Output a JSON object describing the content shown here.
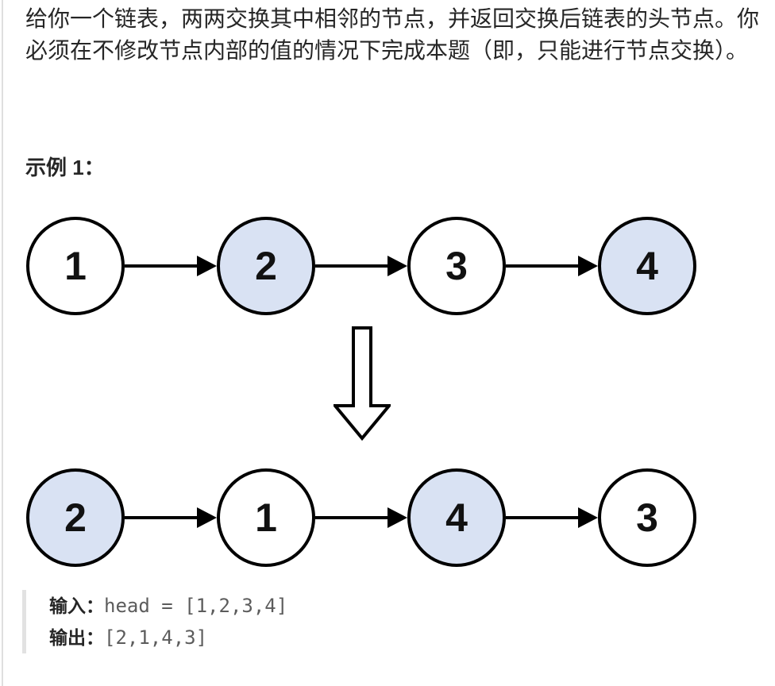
{
  "description": {
    "text": "给你一个链表，两两交换其中相邻的节点，并返回交换后链表的头节点。你必须在不修改节点内部的值的情况下完成本题（即，只能进行节点交换）。"
  },
  "example": {
    "heading": "示例 1：",
    "input_label": "输入：",
    "input_value": "head = [1,2,3,4]",
    "output_label": "输出：",
    "output_value": "[2,1,4,3]"
  },
  "diagram": {
    "before": [
      {
        "value": "1",
        "highlight": false
      },
      {
        "value": "2",
        "highlight": true
      },
      {
        "value": "3",
        "highlight": false
      },
      {
        "value": "4",
        "highlight": true
      }
    ],
    "after": [
      {
        "value": "2",
        "highlight": true
      },
      {
        "value": "1",
        "highlight": false
      },
      {
        "value": "4",
        "highlight": true
      },
      {
        "value": "3",
        "highlight": false
      }
    ],
    "colors": {
      "node_fill_default": "#ffffff",
      "node_fill_highlight": "#d9e2f3",
      "node_stroke": "#000000",
      "arrow": "#000000",
      "quote_bar": "#e2e2e2",
      "value_text": "#5c5c5c"
    }
  }
}
